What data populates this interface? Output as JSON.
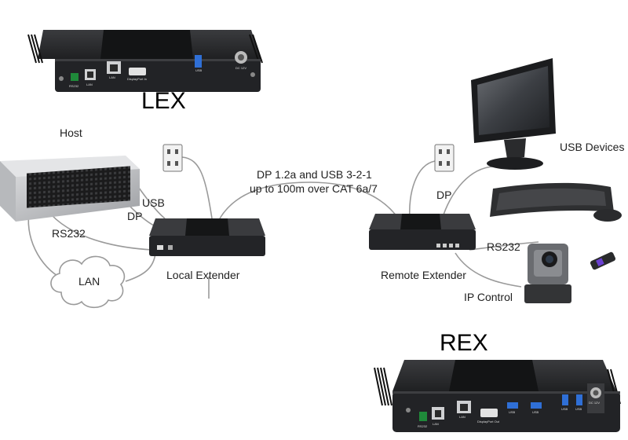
{
  "devices": {
    "lex": {
      "title": "LEX",
      "ports": [
        "RS232",
        "LAN",
        "LAN",
        "DisplayPort In",
        "USB",
        "DC 12V"
      ]
    },
    "rex": {
      "title": "REX",
      "ports": [
        "RS232",
        "LAN",
        "LAN",
        "DisplayPort Out",
        "USB",
        "USB",
        "USB",
        "USB",
        "DC 12V"
      ]
    }
  },
  "labels": {
    "host": "Host",
    "usb": "USB",
    "dp_left": "DP",
    "rs232_left": "RS232",
    "lan_cloud": "LAN",
    "local_extender": "Local Extender",
    "link_line1": "DP 1.2a and USB 3-2-1",
    "link_line2": "up to 100m over CAT 6a/7",
    "remote_extender": "Remote Extender",
    "dp_right": "DP",
    "rs232_right": "RS232",
    "ip_control": "IP Control",
    "usb_devices": "USB Devices"
  },
  "colors": {
    "cable": "#9a9a9a",
    "device_body": "#2b2c2e",
    "usb_port": "#2f6fd6"
  }
}
